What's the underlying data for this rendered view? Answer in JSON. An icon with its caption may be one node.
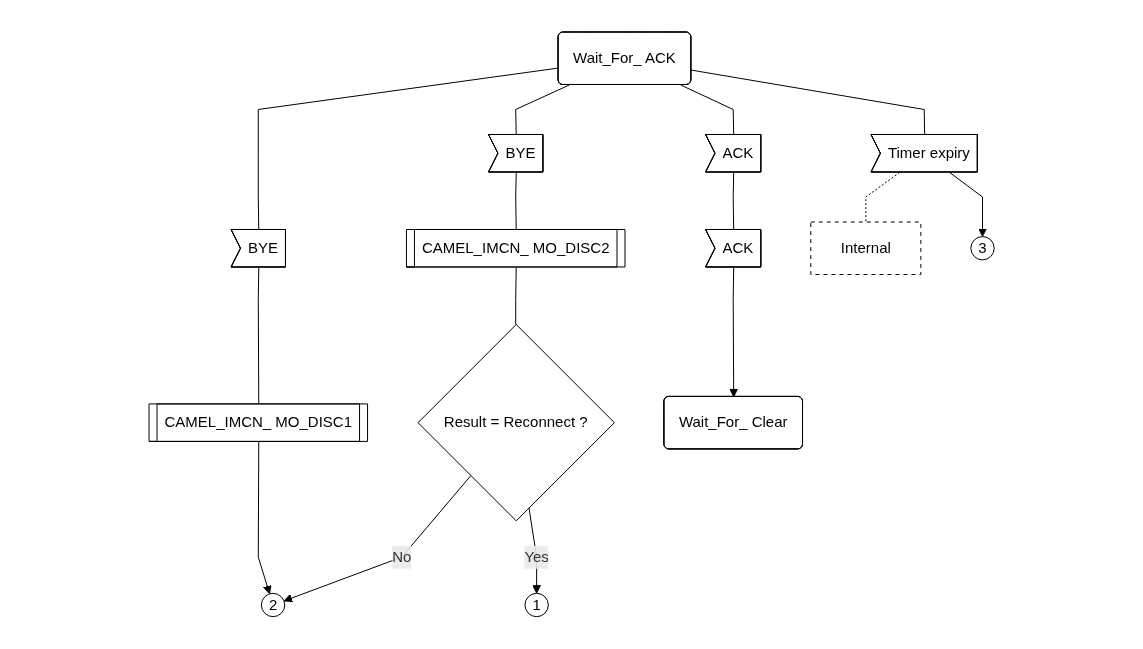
{
  "diagram": {
    "nodes": [
      {
        "text": [
          "Wait_For_ ACK"
        ]
      },
      {
        "text": [
          "BYE"
        ]
      },
      {
        "text": [
          "BYE"
        ]
      },
      {
        "text": [
          "ACK"
        ]
      },
      {
        "text": [
          "Timer expiry"
        ]
      },
      {
        "text": [
          "Internal"
        ]
      },
      {
        "text": [
          "CAMEL_IMCN_ MO_DISC1"
        ]
      },
      {
        "text": [
          "CAMEL_IMCN_ MO_DISC2"
        ]
      },
      {
        "text": [
          "ACK"
        ]
      },
      {
        "text": [
          "Result = Reconnect ?"
        ]
      },
      {
        "text": [
          "Wait_For_ Clear"
        ]
      },
      {
        "text": [
          "3"
        ]
      },
      {
        "text": [
          "2"
        ]
      },
      {
        "text": [
          "1"
        ]
      }
    ],
    "edges": [
      {
        "from": 0,
        "to": 1,
        "arrow": "none"
      },
      {
        "from": 0,
        "to": 2,
        "arrow": "none"
      },
      {
        "from": 0,
        "to": 3,
        "arrow": "none"
      },
      {
        "from": 0,
        "to": 4,
        "arrow": "none"
      },
      {
        "from": 4,
        "to": 5,
        "arrow": "none",
        "style": "dashed"
      },
      {
        "from": 1,
        "to": 6,
        "arrow": "none"
      },
      {
        "from": 2,
        "to": 7,
        "arrow": "none"
      },
      {
        "from": 3,
        "to": 8,
        "arrow": "none"
      },
      {
        "from": 4,
        "to": 11,
        "arrow": "to"
      },
      {
        "from": 7,
        "to": 9,
        "arrow": "none"
      },
      {
        "from": 8,
        "to": 10,
        "arrow": "to"
      },
      {
        "from": 6,
        "to": 12,
        "arrow": "to"
      },
      {
        "from": 9,
        "to": 12,
        "label": "No",
        "arrow": "to"
      },
      {
        "from": 9,
        "to": 13,
        "label": "Yes",
        "arrow": "to"
      }
    ]
  }
}
